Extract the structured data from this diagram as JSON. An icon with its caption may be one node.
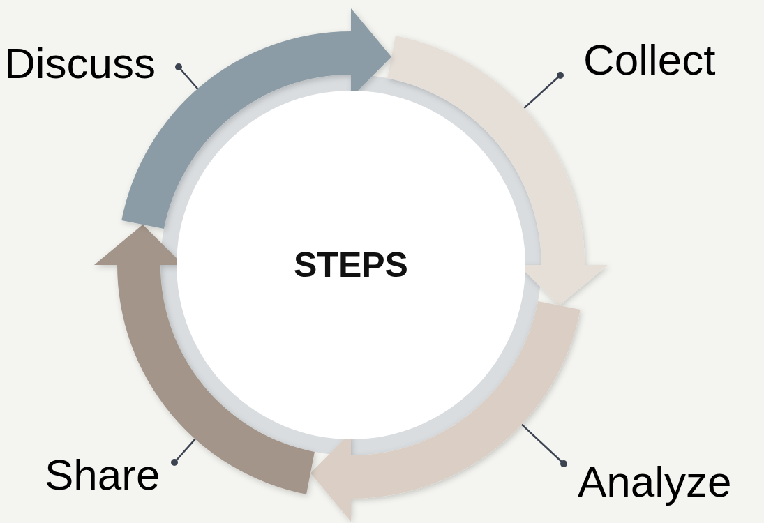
{
  "diagram": {
    "nodes": [
      {
        "text": [
          "STEPS"
        ]
      },
      {
        "text": [],
        "shape": "arrow"
      },
      {
        "text": [],
        "shape": "arrow"
      },
      {
        "text": [],
        "shape": "arrow"
      },
      {
        "text": [],
        "shape": "arrow"
      },
      {
        "text": [
          "Discuss"
        ]
      },
      {
        "text": [
          "Collect"
        ]
      },
      {
        "text": [
          "Analyze"
        ]
      },
      {
        "text": [
          "Share"
        ]
      }
    ],
    "edges": [
      {
        "from": 1,
        "to": 5,
        "arrow": "other"
      },
      {
        "from": 2,
        "to": 6,
        "arrow": "other"
      },
      {
        "from": 3,
        "to": 7,
        "arrow": "other"
      },
      {
        "from": 4,
        "to": 8,
        "arrow": "other"
      }
    ]
  }
}
